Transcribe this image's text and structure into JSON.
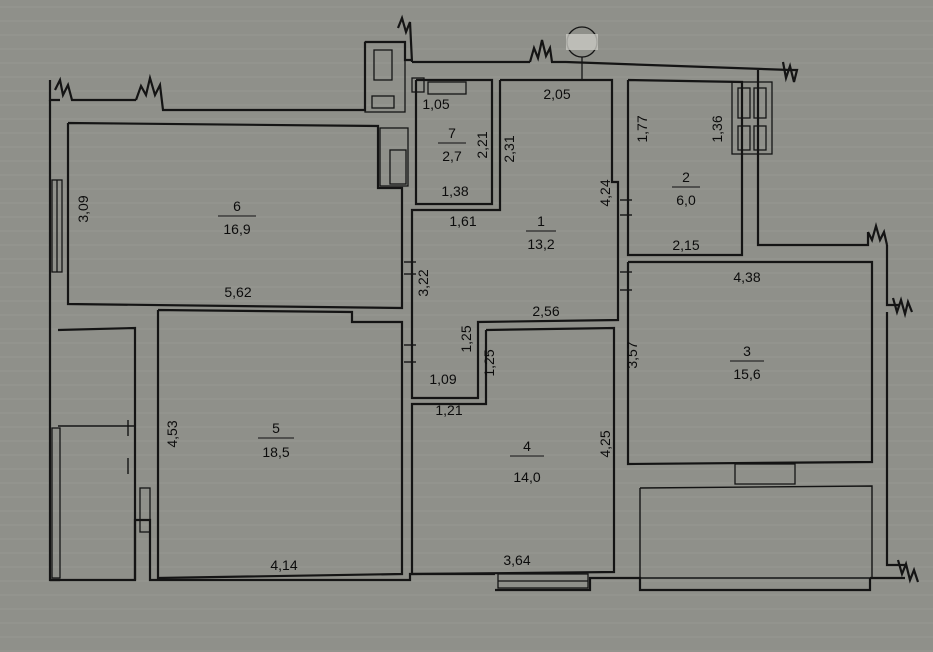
{
  "rooms": [
    {
      "id": "1",
      "number": "1",
      "area": "13,2"
    },
    {
      "id": "2",
      "number": "2",
      "area": "6,0"
    },
    {
      "id": "3",
      "number": "3",
      "area": "15,6"
    },
    {
      "id": "4",
      "number": "4",
      "area": "14,0"
    },
    {
      "id": "5",
      "number": "5",
      "area": "18,5"
    },
    {
      "id": "6",
      "number": "6",
      "area": "16,9"
    },
    {
      "id": "7",
      "number": "7",
      "area": "2,7"
    }
  ],
  "dimensions": [
    {
      "id": "d-1-05",
      "value": "1,05"
    },
    {
      "id": "d-2-05",
      "value": "2,05"
    },
    {
      "id": "d-1-77",
      "value": "1,77"
    },
    {
      "id": "d-1-36",
      "value": "1,36"
    },
    {
      "id": "d-2-21",
      "value": "2,21"
    },
    {
      "id": "d-2-31",
      "value": "2,31"
    },
    {
      "id": "d-1-38",
      "value": "1,38"
    },
    {
      "id": "d-1-61",
      "value": "1,61"
    },
    {
      "id": "d-4-24",
      "value": "4,24"
    },
    {
      "id": "d-2-15",
      "value": "2,15"
    },
    {
      "id": "d-3-09",
      "value": "3,09"
    },
    {
      "id": "d-5-62",
      "value": "5,62"
    },
    {
      "id": "d-3-22",
      "value": "3,22"
    },
    {
      "id": "d-4-38",
      "value": "4,38"
    },
    {
      "id": "d-2-56",
      "value": "2,56"
    },
    {
      "id": "d-1-25a",
      "value": "1,25"
    },
    {
      "id": "d-1-25b",
      "value": "1,25"
    },
    {
      "id": "d-3-57",
      "value": "3,57"
    },
    {
      "id": "d-1-09",
      "value": "1,09"
    },
    {
      "id": "d-1-21",
      "value": "1,21"
    },
    {
      "id": "d-4-53",
      "value": "4,53"
    },
    {
      "id": "d-4-25",
      "value": "4,25"
    },
    {
      "id": "d-4-14",
      "value": "4,14"
    },
    {
      "id": "d-3-64",
      "value": "3,64"
    }
  ]
}
